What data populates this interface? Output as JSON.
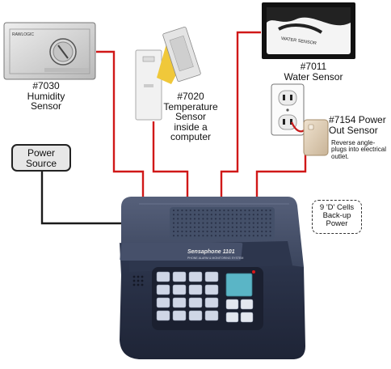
{
  "sensors": {
    "humidity": {
      "model": "#7030",
      "name": "Humidity Sensor",
      "device_text": "RAWLOGIC"
    },
    "temperature": {
      "model": "#7020",
      "name_line1": "Temperature",
      "name_line2": "Sensor",
      "name_line3": "inside a",
      "name_line4": "computer"
    },
    "water": {
      "model": "#7011",
      "name": "Water Sensor",
      "device_text": "WATER SENSOR"
    },
    "power_out": {
      "model_line": "#7154 Power",
      "name_line2": "Out Sensor",
      "note_line1": "Reverse angle-",
      "note_line2": "plugs into electrical",
      "note_line3": "outlet."
    }
  },
  "power_source": {
    "line1": "Power",
    "line2": "Source"
  },
  "backup": {
    "line1": "9 'D' Cells",
    "line2": "Back-up",
    "line3": "Power"
  },
  "base_unit": {
    "brand": "Sensaphone 1101",
    "subtitle": "PHONE ALARM & MONITORING SYSTEM"
  },
  "colors": {
    "red_wire": "#d01818",
    "black_wire": "#1a1a1a",
    "unit_body": "#3c465e",
    "keypad_display": "#5ab5c6"
  }
}
